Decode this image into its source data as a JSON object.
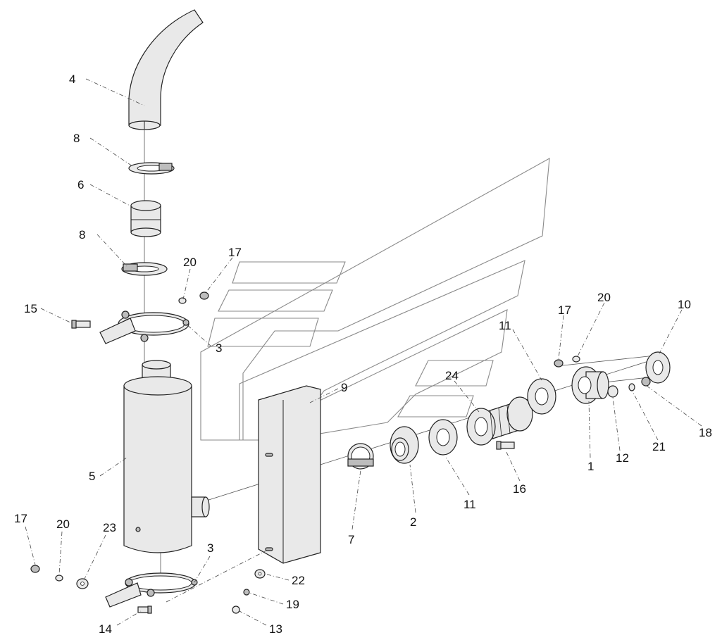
{
  "callouts": {
    "c4": "4",
    "c8a": "8",
    "c6": "6",
    "c8b": "8",
    "c20a": "20",
    "c17a": "17",
    "c15": "15",
    "c3a": "3",
    "c9": "9",
    "c5": "5",
    "c11a": "11",
    "c24": "24",
    "c17b": "17",
    "c20b": "20",
    "c10": "10",
    "c18": "18",
    "c21": "21",
    "c12": "12",
    "c1": "1",
    "c16": "16",
    "c11b": "11",
    "c2": "2",
    "c7": "7",
    "c17c": "17",
    "c20c": "20",
    "c23": "23",
    "c3b": "3",
    "c22": "22",
    "c19": "19",
    "c14": "14",
    "c13": "13"
  }
}
